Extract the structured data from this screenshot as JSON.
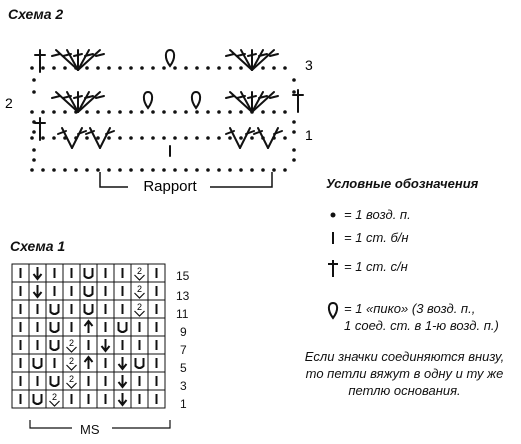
{
  "scheme2": {
    "title": "Схема 2",
    "row_labels": [
      "3",
      "2",
      "1"
    ],
    "rapport_label": "Rapport"
  },
  "scheme1": {
    "title": "Схема 1",
    "row_numbers": [
      "15",
      "13",
      "11",
      "9",
      "7",
      "5",
      "3",
      "1"
    ],
    "ms_label": "MS",
    "grid_rows": [
      [
        "|",
        "↓",
        "|",
        "|",
        "U",
        "|",
        "|",
        "2",
        "|"
      ],
      [
        "|",
        "↓",
        "|",
        "|",
        "U",
        "|",
        "|",
        "2",
        "|"
      ],
      [
        "|",
        "|",
        "U",
        "|",
        "U",
        "|",
        "|",
        "2",
        "|"
      ],
      [
        "|",
        "|",
        "U",
        "|",
        "↑",
        "|",
        "U",
        "|",
        "|"
      ],
      [
        "|",
        "|",
        "U",
        "2",
        "|",
        "↓",
        "|",
        "|",
        "|"
      ],
      [
        "|",
        "U",
        "|",
        "2",
        "↑",
        "|",
        "↓",
        "U",
        "|"
      ],
      [
        "|",
        "|",
        "U",
        "2",
        "|",
        "|",
        "↓",
        "|",
        "|"
      ],
      [
        "|",
        "U",
        "2",
        "|",
        "|",
        "|",
        "↓",
        "|",
        "|"
      ]
    ]
  },
  "legend": {
    "title": "Условные обозначения",
    "items": [
      {
        "symbol": "chain",
        "text": "= 1 возд. п."
      },
      {
        "symbol": "sc",
        "text": "= 1 ст. б/н"
      },
      {
        "symbol": "dc",
        "text": "= 1 ст. с/н"
      },
      {
        "symbol": "picot",
        "text": "= 1 «пико» (3 возд. п.,\n1 соед. ст. в 1-ю возд. п.)"
      }
    ]
  },
  "note": "Если значки соединяются внизу,\nто петли вяжут в одну и ту же\nпетлю основания."
}
